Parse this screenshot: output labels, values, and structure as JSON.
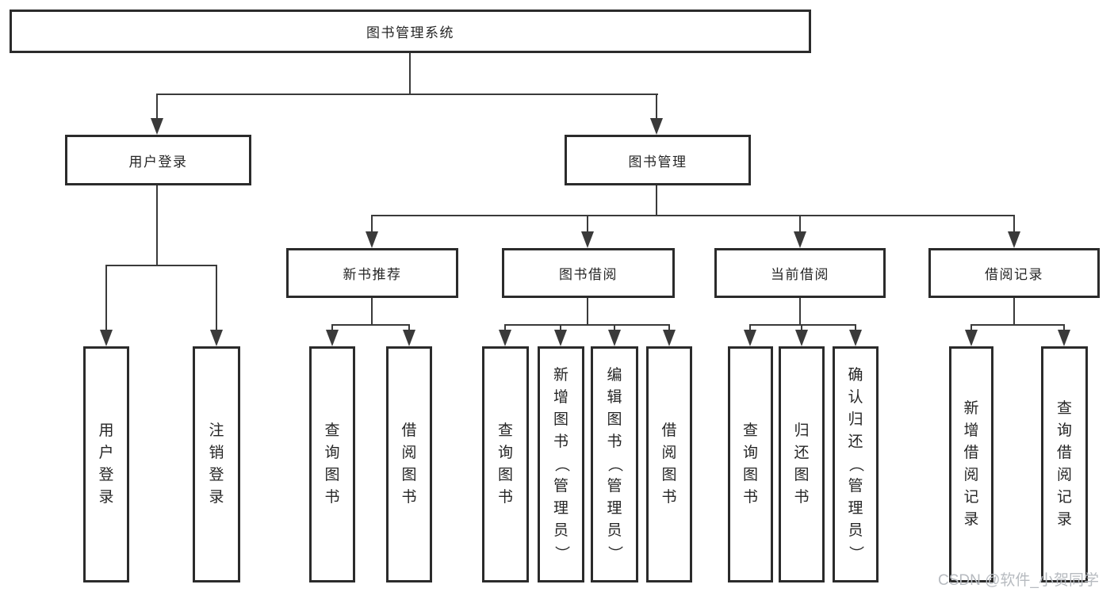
{
  "tree": {
    "root": "图书管理系统",
    "branches": [
      {
        "label": "用户登录",
        "children": [
          "用户登录",
          "注销登录"
        ]
      },
      {
        "label": "图书管理",
        "sections": [
          {
            "label": "新书推荐",
            "children": [
              "查询图书",
              "借阅图书"
            ]
          },
          {
            "label": "图书借阅",
            "children": [
              "查询图书",
              "新增图书（管理员）",
              "编辑图书（管理员）",
              "借阅图书"
            ]
          },
          {
            "label": "当前借阅",
            "children": [
              "查询图书",
              "归还图书",
              "确认归还（管理员）"
            ]
          },
          {
            "label": "借阅记录",
            "children": [
              "新增借阅记录",
              "查询借阅记录"
            ]
          }
        ]
      }
    ]
  },
  "watermark": {
    "text": "CSDN @软件_小贺同学"
  },
  "colors": {
    "line": "#3a3a3a",
    "border": "#2b2b2b",
    "text": "#262626",
    "watermark": "#b7bbc0",
    "background": "#ffffff"
  }
}
